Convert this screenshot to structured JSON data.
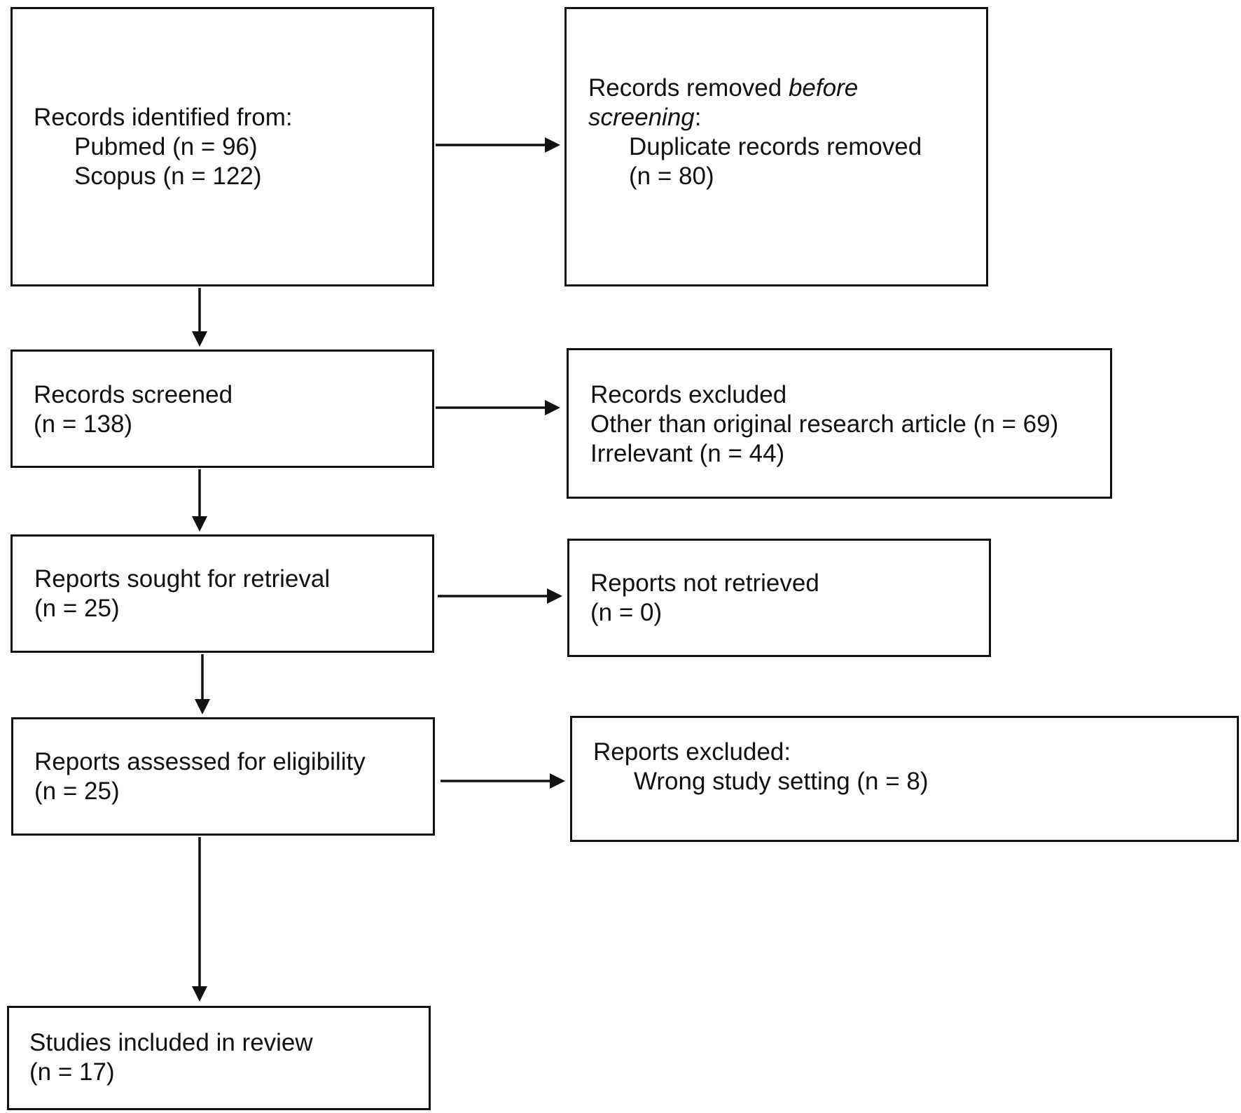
{
  "identification": {
    "lines": [
      "Records identified from:",
      "Pubmed (n = 96)",
      "Scopus (n = 122)"
    ]
  },
  "removed": {
    "prefix": "Records removed ",
    "italic_a": "before",
    "italic_b": "screening",
    "suffix": ":",
    "detail": [
      "Duplicate records removed",
      "(n = 80)"
    ]
  },
  "screened": {
    "lines": [
      "Records screened",
      "(n = 138)"
    ]
  },
  "excluded": {
    "lines": [
      "Records excluded",
      "Other than original research article (n = 69)",
      "Irrelevant (n = 44)"
    ]
  },
  "sought": {
    "lines": [
      "Reports sought for retrieval",
      "(n = 25)"
    ]
  },
  "not_retrieved": {
    "lines": [
      "Reports not retrieved",
      "(n = 0)"
    ]
  },
  "assessed": {
    "lines": [
      "Reports assessed for eligibility",
      "(n = 25)"
    ]
  },
  "reports_excluded": {
    "lines": [
      "Reports excluded:",
      "Wrong study setting (n = 8)"
    ]
  },
  "included": {
    "lines": [
      "Studies included in review",
      "(n = 17)"
    ]
  }
}
